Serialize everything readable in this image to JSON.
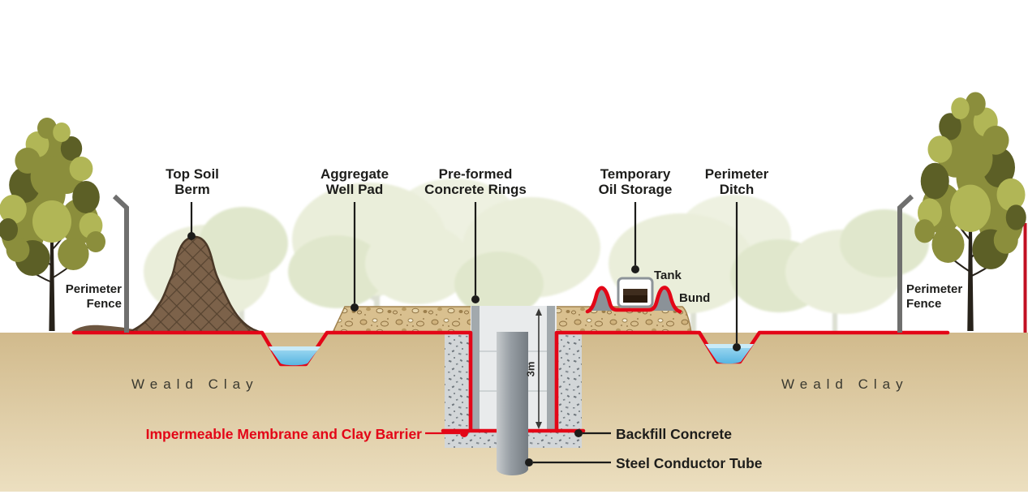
{
  "labels": {
    "top_soil_berm": {
      "line1": "Top Soil",
      "line2": "Berm"
    },
    "aggregate_well_pad": {
      "line1": "Aggregate",
      "line2": "Well Pad"
    },
    "preformed_concrete_rings": {
      "line1": "Pre-formed",
      "line2": "Concrete Rings"
    },
    "temporary_oil_storage": {
      "line1": "Temporary",
      "line2": "Oil Storage"
    },
    "perimeter_ditch": {
      "line1": "Perimeter",
      "line2": "Ditch"
    },
    "tank": "Tank",
    "bund": "Bund",
    "perimeter_fence_left": {
      "line1": "Perimeter",
      "line2": "Fence"
    },
    "perimeter_fence_right": {
      "line1": "Perimeter",
      "line2": "Fence"
    },
    "weald_clay_left": "Weald Clay",
    "weald_clay_right": "Weald Clay",
    "impermeable_membrane": "Impermeable Membrane and Clay Barrier",
    "backfill_concrete": "Backfill Concrete",
    "steel_conductor_tube": "Steel Conductor Tube",
    "depth_dimension": "3m"
  },
  "colors": {
    "membrane_red": "#e30617",
    "clay_top": "#d1ba8c",
    "clay_bottom": "#ecdfc0",
    "water_blue": "#5fb9e3",
    "berm_brown": "#7c624a",
    "aggregate_tan": "#d9c08f",
    "backfill_gray": "#d2d6d8",
    "steel_gray": "#969da3",
    "tree_green": "#8b8e3c",
    "label_black": "#1d1d1b"
  }
}
